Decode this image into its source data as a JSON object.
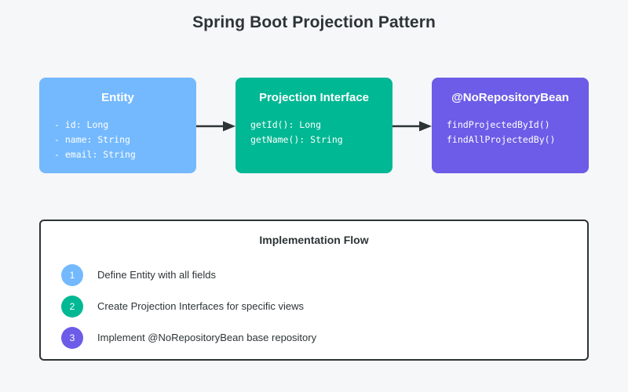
{
  "title": "Spring Boot Projection Pattern",
  "colors": {
    "background": "#f6f7f9",
    "entity": "#74b9fd",
    "projection": "#00b894",
    "repository": "#6c5ce7",
    "border": "#2d3436",
    "text_dark": "#2d3436",
    "panel_bg": "#ffffff",
    "arrow": "#2d3436"
  },
  "diagram": {
    "type": "flow",
    "nodes": [
      {
        "id": "entity",
        "title": "Entity",
        "color": "#74b9fd",
        "lines": [
          "- id: Long",
          "- name: String",
          "- email: String"
        ]
      },
      {
        "id": "projection-interface",
        "title": "Projection Interface",
        "color": "#00b894",
        "lines": [
          "getId(): Long",
          "getName(): String"
        ]
      },
      {
        "id": "no-repository-bean",
        "title": "@NoRepositoryBean",
        "color": "#6c5ce7",
        "lines": [
          "findProjectedById()",
          "findAllProjectedBy()"
        ]
      }
    ],
    "arrows": [
      {
        "from": "entity",
        "to": "projection-interface"
      },
      {
        "from": "projection-interface",
        "to": "no-repository-bean"
      }
    ]
  },
  "flow_panel": {
    "heading": "Implementation Flow",
    "steps": [
      {
        "number": "1",
        "label": "Define Entity with all fields",
        "color": "#74b9fd"
      },
      {
        "number": "2",
        "label": "Create Projection Interfaces for specific views",
        "color": "#00b894"
      },
      {
        "number": "3",
        "label": "Implement @NoRepositoryBean base repository",
        "color": "#6c5ce7"
      }
    ]
  }
}
